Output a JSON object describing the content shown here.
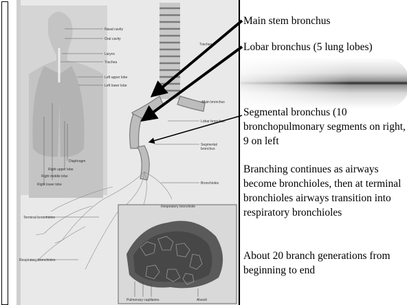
{
  "figure_labels": {
    "nasal_cavity": "Nasal cavity",
    "oral_cavity": "Oral cavity",
    "larynx": "Larynx",
    "trachea_small": "Trachea",
    "left_upper_lobe": "Left upper lobe",
    "left_lower_lobe": "Left lower lobe",
    "trachea": "Trachea",
    "main_bronchus": "Main bronchus",
    "lobar_bronchus": "Lobar bronchus",
    "segmental_bronchus_1": "Segmental",
    "segmental_bronchus_2": "bronchus",
    "diaphragm": "Diaphragm",
    "right_upper_lobe": "Right upper lobe",
    "right_middle_lobe": "Right middle lobe",
    "right_lower_lobe": "Right lower lobe",
    "bronchioles": "Bronchioles",
    "respiratory_bronchiole": "Respiratory bronchiole",
    "terminal_bronchioles": "Terminal bronchioles",
    "respiratory_bronchioles": "Respiratory bronchioles",
    "pulmonary_capillaries": "Pulmonary capillaries",
    "alveoli": "Alveoli"
  },
  "text_panel": {
    "main_stem": "Main stem bronchus",
    "lobar": "Lobar bronchus (5 lung lobes)",
    "segmental": "Segmental bronchus (10 bronchopulmonary segments on right, 9 on left",
    "branching": "Branching continues as airways become bronchioles, then at terminal bronchioles airways transition into respiratory bronchioles",
    "generations": "About 20 branch generations from beginning to end"
  }
}
